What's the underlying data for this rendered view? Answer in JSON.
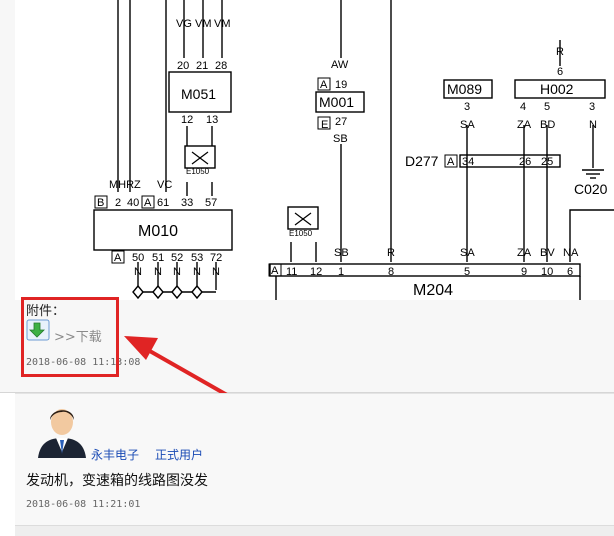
{
  "diagram": {
    "labels": {
      "vg": "VG",
      "vm1": "VM",
      "vm2": "VM",
      "p20": "20",
      "p21": "21",
      "p28": "28",
      "m051": "M051",
      "p12": "12",
      "p13": "13",
      "e1050_top": "E1050",
      "mhrz": "MHRZ",
      "vc": "VC",
      "b": "B",
      "p2": "2",
      "p40": "40",
      "a1": "A",
      "p61": "61",
      "p33": "33",
      "p57": "57",
      "m010": "M010",
      "a2": "A",
      "p50": "50",
      "p51": "51",
      "p52": "52",
      "p53": "53",
      "p72": "72",
      "n1": "N",
      "n2": "N",
      "n3": "N",
      "n4": "N",
      "n5": "N",
      "aw": "AW",
      "a3": "A",
      "p19": "19",
      "m001": "M001",
      "e": "E",
      "p27": "27",
      "sb1": "SB",
      "m089": "M089",
      "p3": "3",
      "sa1": "SA",
      "r1": "R",
      "p6": "6",
      "h002": "H002",
      "p4": "4",
      "p5": "5",
      "p3b": "3",
      "za1": "ZA",
      "bd": "BD",
      "n6": "N",
      "d277": "D277",
      "a4": "A",
      "p34": "34",
      "p26": "26",
      "p25": "25",
      "c020": "C020",
      "e1050_mid": "E1050",
      "sb2": "SB",
      "r2": "R",
      "sa2": "SA",
      "za2": "ZA",
      "bv": "BV",
      "na": "NA",
      "a5": "A",
      "p11": "11",
      "p12b": "12",
      "p1": "1",
      "p8": "8",
      "p5b": "5",
      "p9": "9",
      "p10": "10",
      "p6b": "6",
      "m204": "M204"
    }
  },
  "attachment": {
    "label": "附件：",
    "download_link": ">>下载",
    "timestamp": "2018-06-08  11:13:08"
  },
  "reply": {
    "username": "永丰电子",
    "user_type": "正式用户",
    "text": "发动机，变速箱的线路图没发",
    "timestamp": "2018-06-08  11:21:01"
  },
  "colors": {
    "highlight": "#e02424",
    "link": "#1a4bb5"
  }
}
